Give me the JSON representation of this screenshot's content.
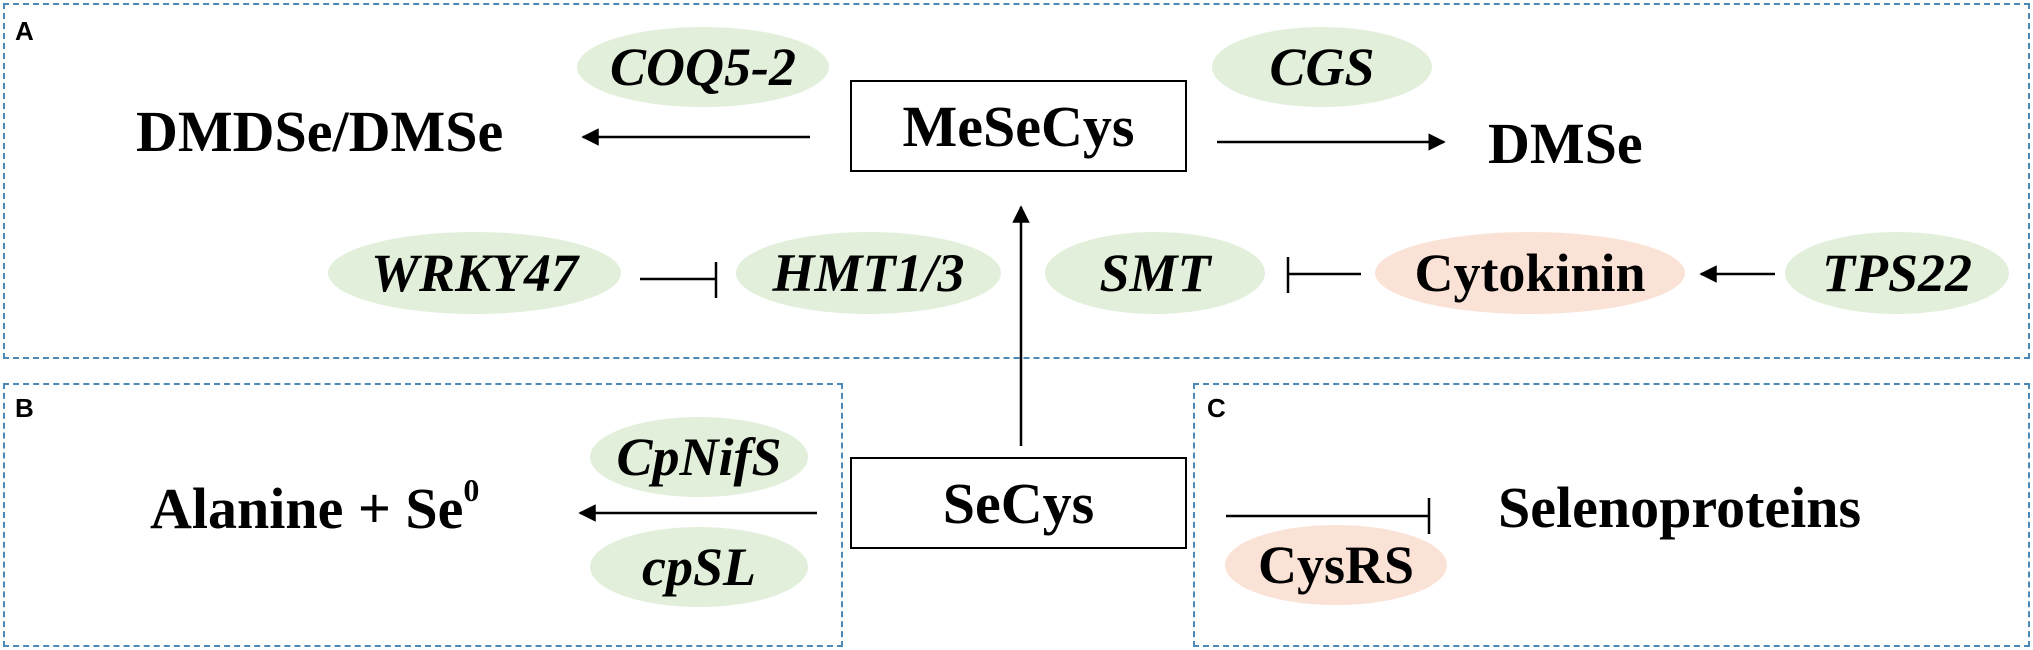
{
  "panels": {
    "a": "A",
    "b": "B",
    "c": "C"
  },
  "nodes": {
    "mesecys": "MeSeCys",
    "secys": "SeCys",
    "dmdse_dmse": "DMDSe/DMSe",
    "dmse": "DMSe",
    "alanine_se_text": "Alanine + Se",
    "alanine_se_sup": "0",
    "selenoproteins": "Selenoproteins"
  },
  "genes": {
    "coq5": "COQ5-2",
    "cgs": "CGS",
    "wrky47": "WRKY47",
    "hmt": "HMT1/3",
    "smt": "SMT",
    "tps22": "TPS22",
    "cpnifs": "CpNifS",
    "cpsl": "cpSL"
  },
  "regulators": {
    "cytokinin": "Cytokinin",
    "cysrs": "CysRS"
  },
  "colors": {
    "gene_fill": "#e2efdb",
    "hormone_fill": "#fbe2d6",
    "panel_border": "#4a89b8"
  }
}
